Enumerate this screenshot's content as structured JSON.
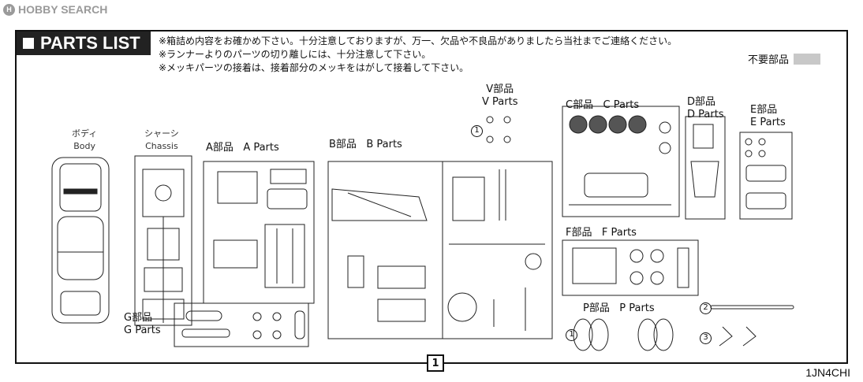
{
  "watermark": {
    "logo": "H",
    "text": "HOBBY SEARCH"
  },
  "header": {
    "title": "PARTS LIST"
  },
  "notes": [
    "※箱詰め内容をお確かめ下さい。十分注意しておりますが、万一、欠品や不良品がありましたら当社までご連絡ください。",
    "※ランナーよりのパーツの切り離しには、十分注意して下さい。",
    "※メッキパーツの接着は、接着部分のメッキをはがして接着して下さい。"
  ],
  "unneeded_label": "不要部品",
  "body": {
    "jp": "ボディ",
    "en": "Body"
  },
  "chassis": {
    "jp": "シャーシ",
    "en": "Chassis"
  },
  "parts": {
    "A": {
      "jp": "A部品",
      "en": "A Parts"
    },
    "B": {
      "jp": "B部品",
      "en": "B Parts"
    },
    "V": {
      "jp": "V部品",
      "en": "V Parts",
      "qty": "1"
    },
    "C": {
      "jp": "C部品",
      "en": "C Parts"
    },
    "D": {
      "jp": "D部品",
      "en": "D Parts"
    },
    "E": {
      "jp": "E部品",
      "en": "E Parts"
    },
    "F": {
      "jp": "F部品",
      "en": "F Parts"
    },
    "G": {
      "jp": "G部品",
      "en": "G Parts"
    },
    "P": {
      "jp": "P部品",
      "en": "P Parts",
      "qty1": "1",
      "qty2": "2",
      "qty3": "3"
    }
  },
  "page_number": "1",
  "code": "1JN4CHI"
}
